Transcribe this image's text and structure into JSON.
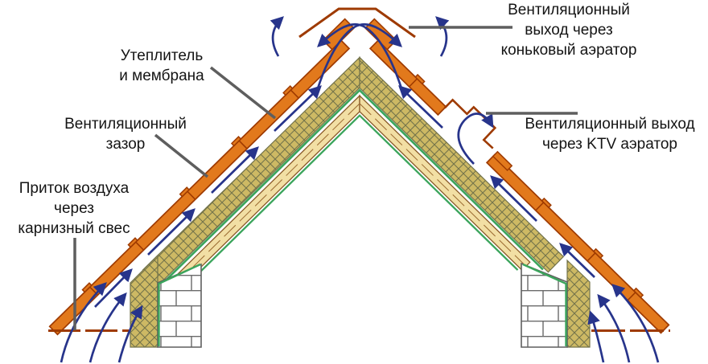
{
  "title": "Roof ventilation diagram",
  "labels": {
    "ridge_vent": {
      "line1": "Вентиляционный",
      "line2": "выход через",
      "line3": "коньковый аэратор"
    },
    "insulation": {
      "line1": "Утеплитель",
      "line2": "и мембрана"
    },
    "vent_gap": {
      "line1": "Вентиляционный",
      "line2": "зазор"
    },
    "eaves_inflow": {
      "line1": "Приток воздуха",
      "line2": "через",
      "line3": "карнизный свес"
    },
    "ktv_vent": {
      "line1": "Вентиляционный выход",
      "line2": "через KTV аэратор"
    }
  },
  "colors": {
    "tile_orange": "#E2791C",
    "tile_outline": "#9E3A00",
    "insulation_fill": "#CDB964",
    "insulation_hatch": "#73734A",
    "membrane_green": "#3BA55C",
    "wood_fill": "#F2DFA4",
    "wood_outline": "#8A5A28",
    "arrow_blue": "#27348B",
    "leader_gray": "#5E5E5E",
    "brick_line": "#6A6A6A",
    "text": "#141414",
    "background": "#FFFFFF"
  }
}
